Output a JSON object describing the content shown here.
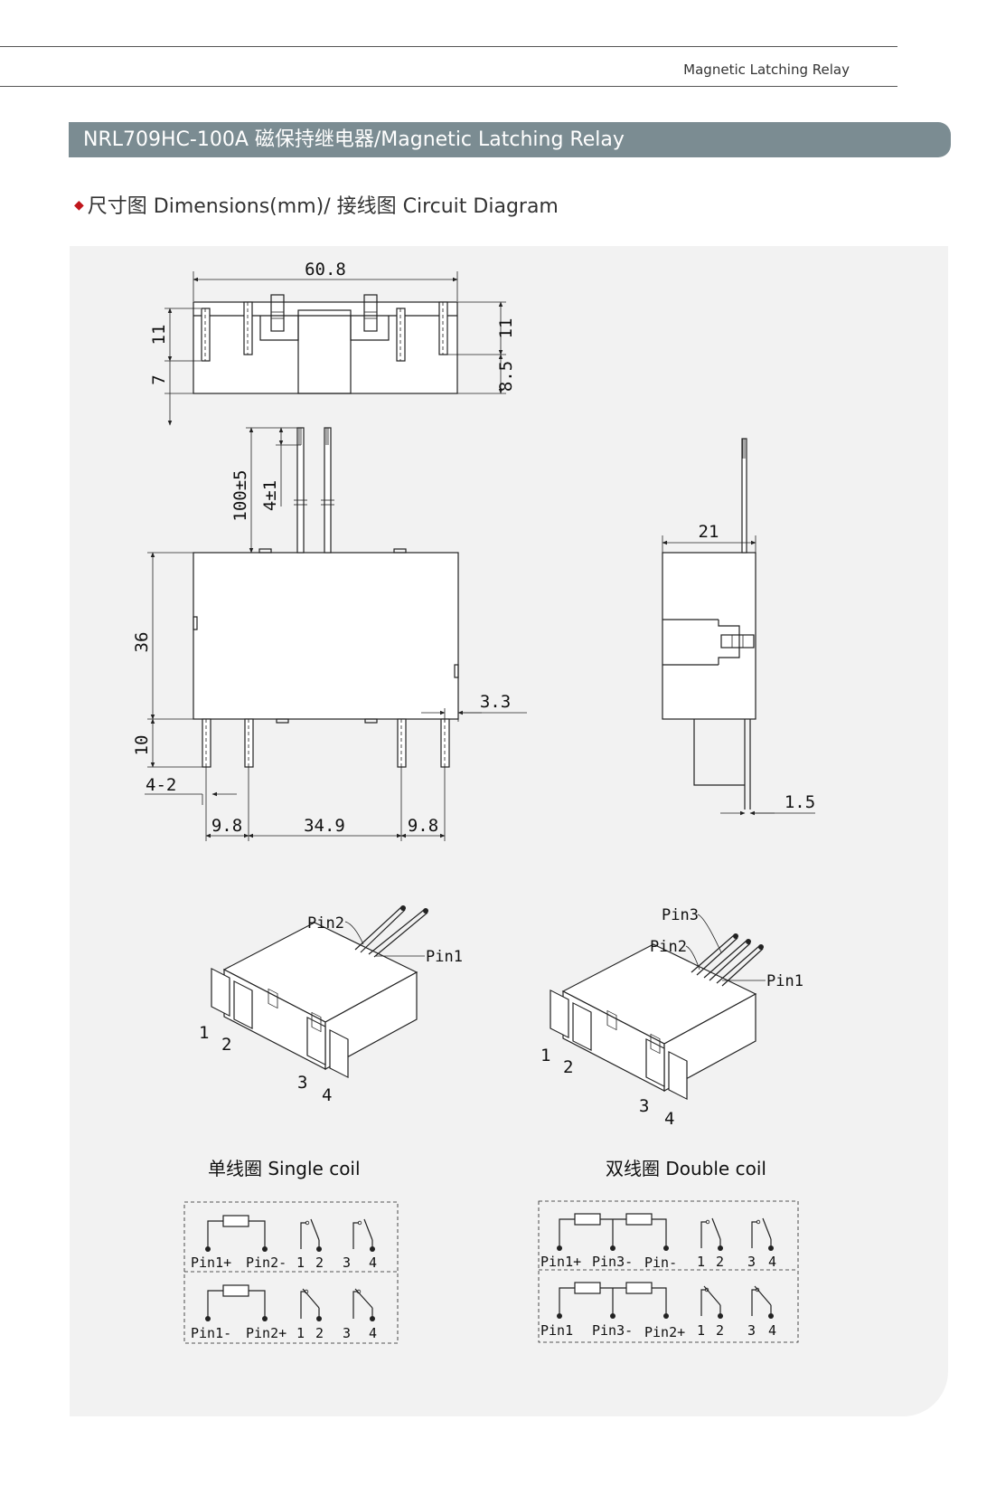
{
  "header": {
    "running_title": "Magnetic Latching Relay"
  },
  "banner": {
    "title": "NRL709HC-100A 磁保持继电器/Magnetic Latching Relay"
  },
  "section": {
    "heading": "尺寸图 Dimensions(mm)/ 接线图 Circuit Diagram"
  },
  "dimensions": {
    "top_width": "60.8",
    "top_left_upper": "11",
    "top_left_lower": "7",
    "top_right_upper": "11",
    "top_right_lower": "8.5",
    "wire_length": "100±5",
    "wire_strip": "4±1",
    "body_height": "36",
    "pin_length": "10",
    "pin_thickness": "4-2",
    "pin_offset": "3.3",
    "pitch_left": "9.8",
    "pitch_middle": "34.9",
    "pitch_right": "9.8",
    "side_depth": "21",
    "side_lead": "1.5"
  },
  "single": {
    "wire_pin2": "Pin2",
    "wire_pin1": "Pin1",
    "term1": "1",
    "term2": "2",
    "term3": "3",
    "term4": "4",
    "caption": "单线圈 Single coil",
    "row1": [
      "Pin1+",
      "Pin2-",
      "1",
      "2",
      "3",
      "4"
    ],
    "row2": [
      "Pin1-",
      "Pin2+",
      "1",
      "2",
      "3",
      "4"
    ]
  },
  "double": {
    "wire_pin3": "Pin3",
    "wire_pin2": "Pin2",
    "wire_pin1": "Pin1",
    "term1": "1",
    "term2": "2",
    "term3": "3",
    "term4": "4",
    "caption": "双线圈 Double coil",
    "row1": [
      "Pin1+",
      "Pin3-",
      "Pin-",
      "1",
      "2",
      "3",
      "4"
    ],
    "row2": [
      "Pin1",
      "Pin3-",
      "Pin2+",
      "1",
      "2",
      "3",
      "4"
    ]
  }
}
